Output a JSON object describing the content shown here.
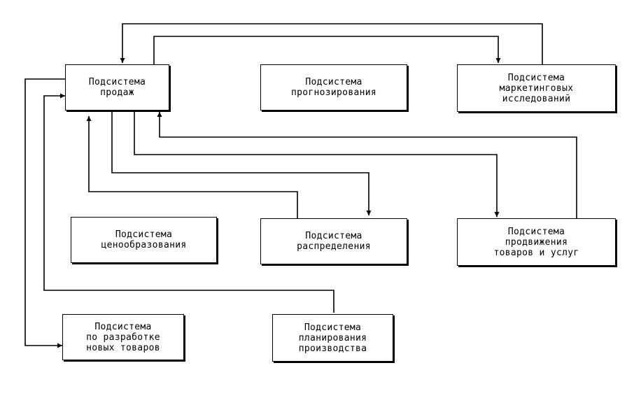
{
  "diagram": {
    "boxes": {
      "sales": {
        "lines": [
          "Подсистема",
          "продаж"
        ]
      },
      "forecasting": {
        "lines": [
          "Подсистема",
          "прогнозирования"
        ]
      },
      "marketing_research": {
        "lines": [
          "Подсистема",
          "маркетинговых",
          "исследований"
        ]
      },
      "pricing": {
        "lines": [
          "Подсистема",
          "ценообразования"
        ]
      },
      "distribution": {
        "lines": [
          "Подсистема",
          "распределения"
        ]
      },
      "promotion": {
        "lines": [
          "Подсистема",
          "продвижения",
          "товаров и услуг"
        ]
      },
      "new_products": {
        "lines": [
          "Подсистема",
          "по разработке",
          "новых товаров"
        ]
      },
      "production_planning": {
        "lines": [
          "Подсистема",
          "планирования",
          "производства"
        ]
      }
    },
    "line_color": "#000000"
  }
}
